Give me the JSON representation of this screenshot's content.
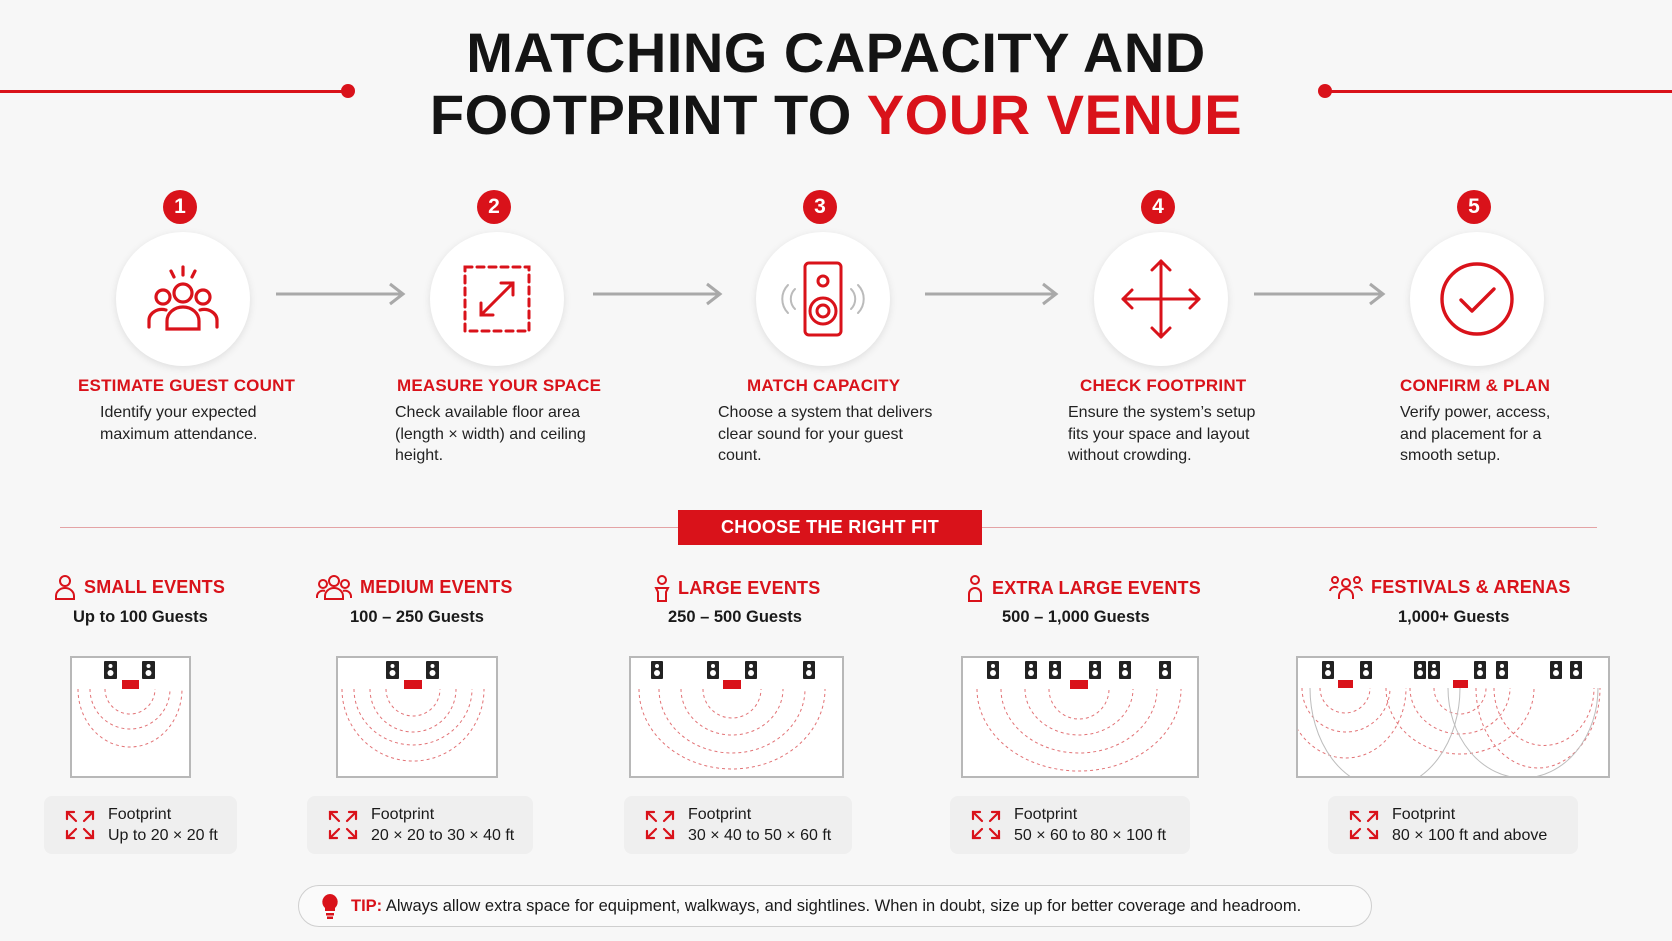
{
  "title": {
    "line1": "MATCHING CAPACITY AND",
    "line2_a": "FOOTPRINT TO ",
    "line2_b": "YOUR VENUE"
  },
  "colors": {
    "accent": "#d9121a",
    "text": "#1a1a1a",
    "arrow": "#a9a9a9"
  },
  "steps": [
    {
      "num": "1",
      "icon": "people-group-icon",
      "title": "ESTIMATE GUEST COUNT",
      "desc": [
        "Identify your expected",
        "maximum attendance."
      ]
    },
    {
      "num": "2",
      "icon": "measure-area-icon",
      "title": "MEASURE YOUR SPACE",
      "desc": [
        "Check available floor area",
        "(length × width) and ceiling",
        "height."
      ]
    },
    {
      "num": "3",
      "icon": "speaker-icon",
      "title": "MATCH CAPACITY",
      "desc": [
        "Choose a system that delivers",
        "clear sound for your guest",
        "count."
      ]
    },
    {
      "num": "4",
      "icon": "move-arrows-icon",
      "title": "CHECK FOOTPRINT",
      "desc": [
        "Ensure the system’s setup",
        "fits your space and layout",
        "without crowding."
      ]
    },
    {
      "num": "5",
      "icon": "check-circle-icon",
      "title": "CONFIRM & PLAN",
      "desc": [
        "Verify power, access,",
        "and placement for a",
        "smooth setup."
      ]
    }
  ],
  "fit_banner": "CHOOSE THE RIGHT FIT",
  "tiers": [
    {
      "icon": "person-icon",
      "title": "SMALL EVENTS",
      "guests": "Up to 100 Guests",
      "footprint_label": "Footprint",
      "footprint_value": "Up to 20 × 20 ft"
    },
    {
      "icon": "people-icon",
      "title": "MEDIUM EVENTS",
      "guests": "100 – 250 Guests",
      "footprint_label": "Footprint",
      "footprint_value": "20 × 20 to 30 × 40 ft"
    },
    {
      "icon": "person-icon",
      "title": "LARGE EVENTS",
      "guests": "250 – 500 Guests",
      "footprint_label": "Footprint",
      "footprint_value": "30 × 40 to 50 × 60 ft"
    },
    {
      "icon": "person-icon",
      "title": "EXTRA LARGE EVENTS",
      "guests": "500 – 1,000 Guests",
      "footprint_label": "Footprint",
      "footprint_value": "50 × 60 to 80 × 100 ft"
    },
    {
      "icon": "crowd-icon",
      "title": "FESTIVALS & ARENAS",
      "guests": "1,000+ Guests",
      "footprint_label": "Footprint",
      "footprint_value": "80 × 100 ft and above"
    }
  ],
  "tip": {
    "label": "TIP:",
    "text": "Always allow extra space for equipment, walkways, and sightlines. When in doubt, size up for better coverage and headroom."
  }
}
